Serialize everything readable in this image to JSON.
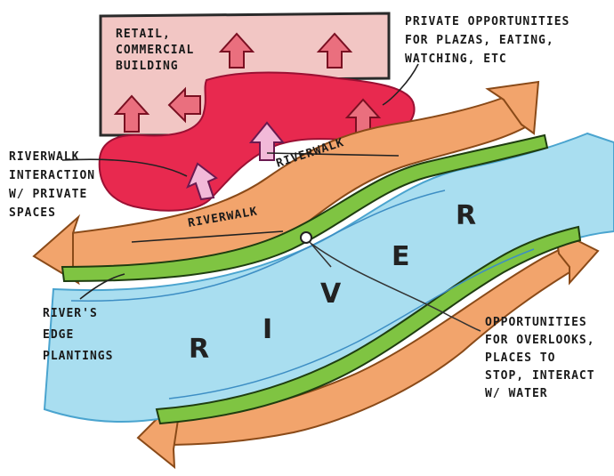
{
  "notes": {
    "retail": [
      "RETAIL,",
      "COMMERCIAL",
      "BUILDING"
    ],
    "private": [
      "PRIVATE OPPORTUNITIES",
      "FOR PLAZAS, EATING,",
      "WATCHING, ETC"
    ],
    "interaction": [
      "RIVERWALK",
      "INTERACTION",
      "W/ PRIVATE",
      "SPACES"
    ],
    "edge": [
      "RIVER'S",
      "EDGE",
      "PLANTINGS"
    ],
    "overlook": [
      "OPPORTUNITIES",
      "FOR OVERLOOKS,",
      "PLACES TO",
      "STOP, INTERACT",
      "W/ WATER"
    ]
  },
  "labels": {
    "riverwalk_top": "RIVERWALK",
    "riverwalk_bottom": "RIVERWALK"
  },
  "letters": {
    "r_top": "R",
    "e": "E",
    "v": "V",
    "i": "I",
    "r_bottom": "R"
  },
  "colors": {
    "building": "#f2c6c4",
    "private_zone": "#e8294f",
    "riverwalk": "#f2a46c",
    "river": "#a9def0",
    "plantings": "#7fc442",
    "interaction_arrows": "#f2b9d8"
  }
}
